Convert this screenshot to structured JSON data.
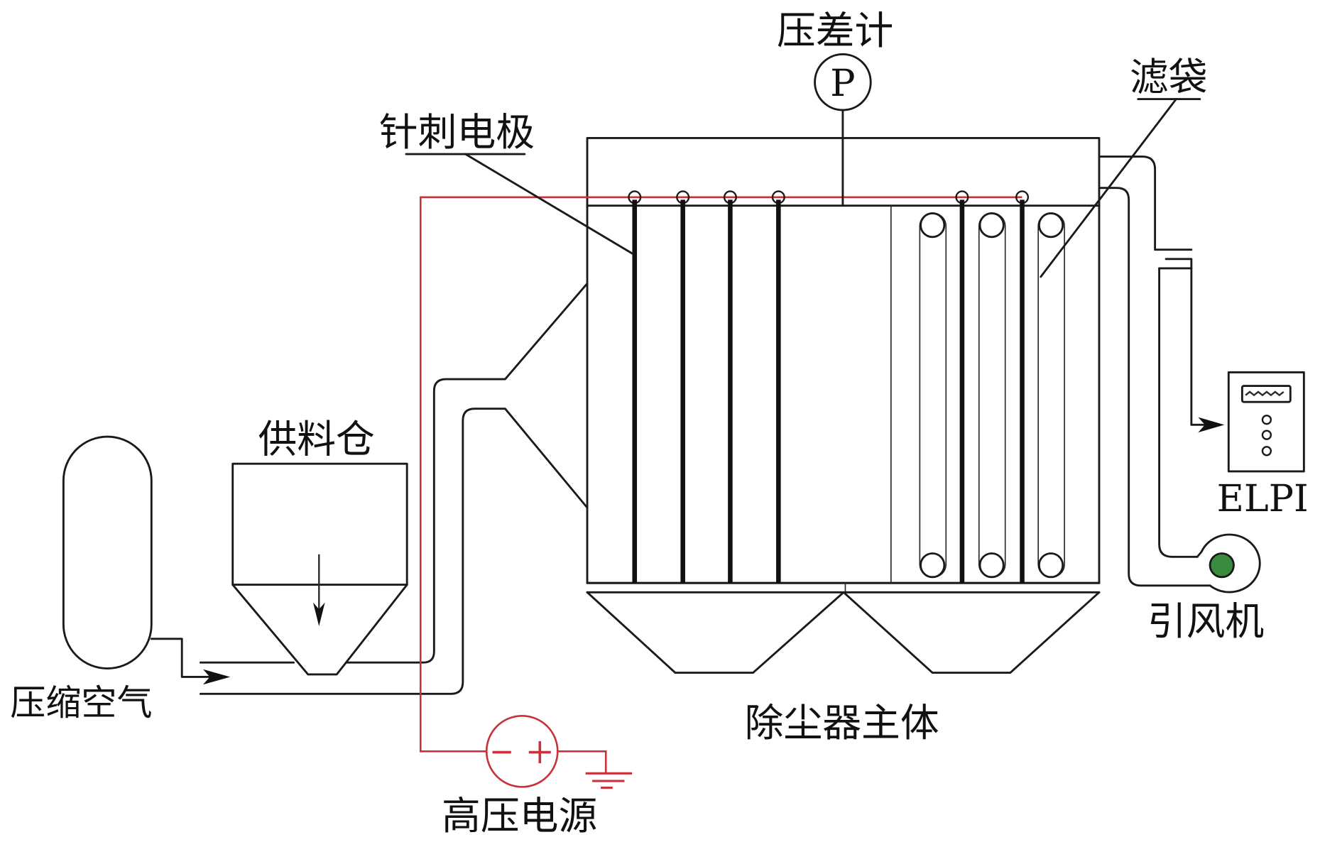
{
  "labels": {
    "pressure_gauge": "压差计",
    "pressure_symbol": "P",
    "needle_electrode": "针刺电极",
    "filter_bag": "滤袋",
    "feed_bin": "供料仓",
    "compressed_air": "压缩空气",
    "collector_body": "除尘器主体",
    "hv_power": "高压电源",
    "hv_minus": "−",
    "hv_plus": "+",
    "elpi": "ELPI",
    "induced_fan": "引风机"
  },
  "colors": {
    "line": "#1a1a1a",
    "high_voltage_wire": "#c8323c",
    "fan_hub": "#3a8a3f"
  },
  "components": {
    "needle_electrode_count": 6,
    "filter_bag_count": 3,
    "hopper_count": 2,
    "elpi_indicator_count": 3
  }
}
